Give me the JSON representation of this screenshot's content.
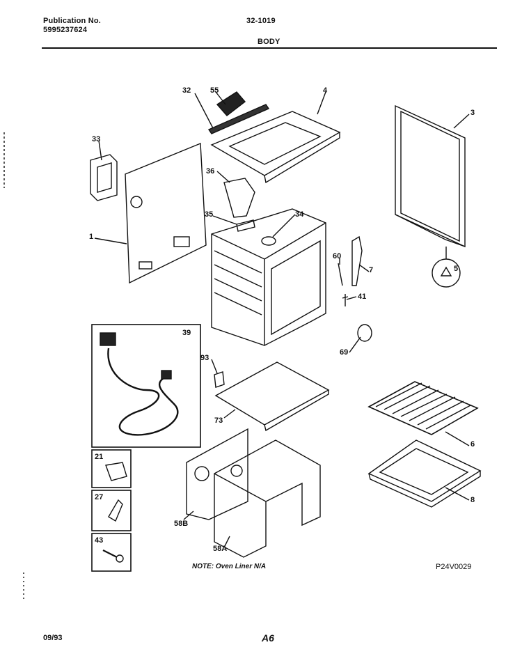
{
  "header": {
    "publication_label": "Publication No.",
    "publication_number": "5995237624",
    "model": "32-1019",
    "section": "BODY"
  },
  "callouts": [
    "32",
    "55",
    "4",
    "3",
    "33",
    "36",
    "1",
    "35",
    "34",
    "60",
    "7",
    "5",
    "41",
    "39",
    "69",
    "93",
    "73",
    "6",
    "21",
    "27",
    "58B",
    "8",
    "43",
    "58A"
  ],
  "note": "NOTE: Oven Liner N/A",
  "drawing_id": "P24V0029",
  "footer": {
    "date": "09/93",
    "page": "A6"
  }
}
